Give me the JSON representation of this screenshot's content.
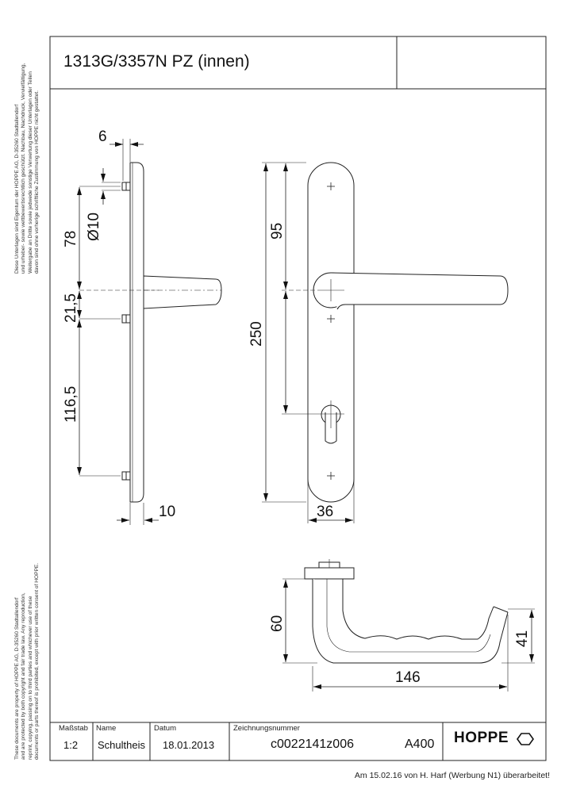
{
  "title": "1313G/3357N PZ (innen)",
  "notes": {
    "german": [
      "Diese Unterlagen sind Eigentum der  HOPPE AG, D-35260 Stadtallendorf",
      "und urheber- sowie wettbewerbsrechtlich geschützt. Nachbau, Nachdruck, Vervielfältigung,",
      "Weitergabe an Dritte sowie jedwede sonstige Verwertung dieser Unterlagen oder Teilen",
      "davon sind ohne vorherige schriftliche Zustimmung von HOPPE nicht gestattet."
    ],
    "english": [
      "These documents are property of HOPPE AG, D-35260 Stadtallendorf",
      "and are protected by both copyright and fair trade law. Any reproduction,",
      "reprint, copying, passing on to third parties and whichever use of these",
      "documents or parts thereof is prohibited, except with prior written consent of HOPPE."
    ]
  },
  "dimensions": {
    "plate_thickness": "6",
    "hole_diameter": "Ø10",
    "top_to_lever": "78",
    "lever_to_screw": "21,5",
    "screw_to_bottom": "116,5",
    "rose_depth": "10",
    "plate_length": "250",
    "lever_axis_from_top": "95",
    "plate_width": "36",
    "lever_height": "60",
    "lever_length": "146",
    "lever_end_height": "41"
  },
  "title_block": {
    "scale_label": "Maßstab",
    "scale_value": "1:2",
    "name_label": "Name",
    "name_value": "Schultheis",
    "date_label": "Datum",
    "date_value": "18.01.2013",
    "drawing_no_label": "Zeichnungsnummer",
    "drawing_no_value": "c0022141z006",
    "format": "A400",
    "brand": "HOPPE"
  },
  "footer": "Am 15.02.16 von H. Harf (Werbung N1) überarbeitet!"
}
